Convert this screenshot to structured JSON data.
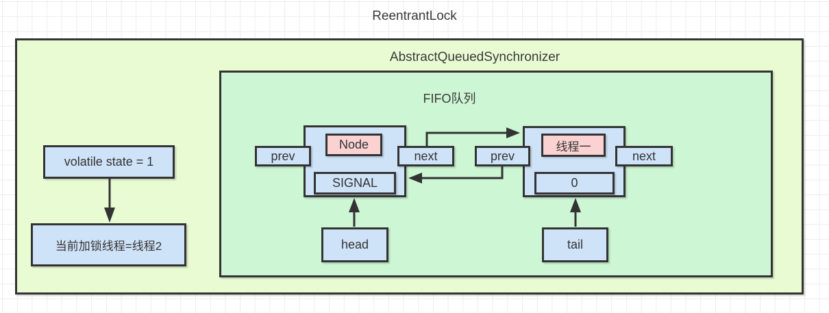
{
  "title": "ReentrantLock",
  "aqs": {
    "label": "AbstractQueuedSynchronizer"
  },
  "fifo": {
    "label": "FIFO队列"
  },
  "state": {
    "label": "volatile state = 1"
  },
  "owner": {
    "label": "当前加锁线程=线程2"
  },
  "queue": {
    "node1": {
      "name": "Node",
      "wait_status": "SIGNAL",
      "prev_label": "prev",
      "next_label": "next"
    },
    "node2": {
      "name": "线程一",
      "wait_status": "0",
      "prev_label": "prev",
      "next_label": "next"
    }
  },
  "pointers": {
    "head": "head",
    "tail": "tail"
  },
  "colors": {
    "border": "#333333",
    "node_fill": "#cfe3f8",
    "highlight_fill": "#fbd2d2",
    "aqs_fill": "#e8fbd3",
    "fifo_fill": "#cdf6d4",
    "grid_line": "#ededed"
  }
}
